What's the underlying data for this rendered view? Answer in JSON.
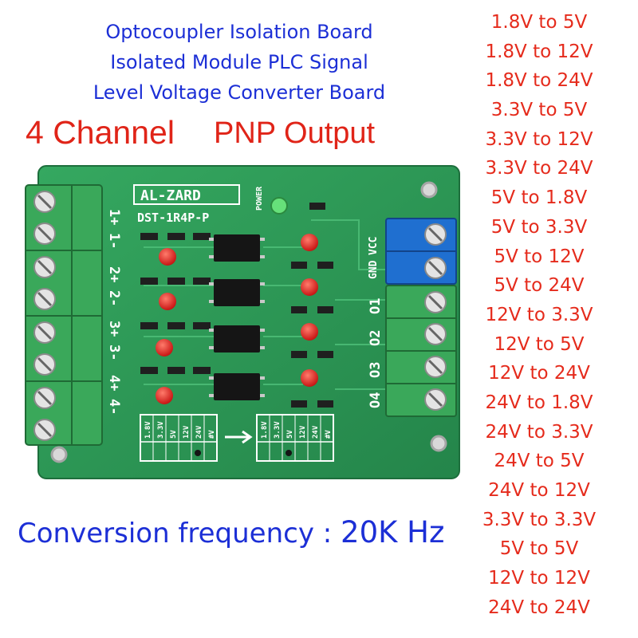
{
  "header": {
    "line1": "Optocoupler Isolation Board",
    "line2": "Isolated Module PLC Signal",
    "line3": "Level Voltage Converter Board",
    "channel": "4 Channel",
    "output": "PNP Output"
  },
  "footer": {
    "label": "Conversion frequency",
    "colon": " : ",
    "value": "20K Hz"
  },
  "conversions": [
    "1.8V to 5V",
    "1.8V to 12V",
    "1.8V to 24V",
    "3.3V to 5V",
    "3.3V to 12V",
    "3.3V to 24V",
    "5V to 1.8V",
    "5V to 3.3V",
    "5V to 12V",
    "5V to 24V",
    "12V to 3.3V",
    "12V to 5V",
    "12V to 24V",
    "24V to 1.8V",
    "24V to 3.3V",
    "24V to 5V",
    "24V to 12V",
    "3.3V to 3.3V",
    "5V to 5V",
    "12V to 12V",
    "24V to 24V"
  ],
  "board": {
    "brand": "AL-ZARD",
    "model": "DST-1R4P-P",
    "power": "POWER",
    "input_labels": [
      "1+",
      "1-",
      "2+",
      "2-",
      "3+",
      "3-",
      "4+",
      "4-"
    ],
    "supply_labels": [
      "GND",
      "VCC"
    ],
    "output_labels": [
      "O1",
      "O2",
      "O3",
      "O4"
    ],
    "jumper_levels": [
      "1.8V",
      "3.3V",
      "5V",
      "12V",
      "24V",
      "#V"
    ],
    "colors": {
      "pcb": "#2e9a55",
      "terminal_green": "#3aa85a",
      "terminal_blue": "#1f6fd0",
      "led": "#e01818"
    }
  }
}
